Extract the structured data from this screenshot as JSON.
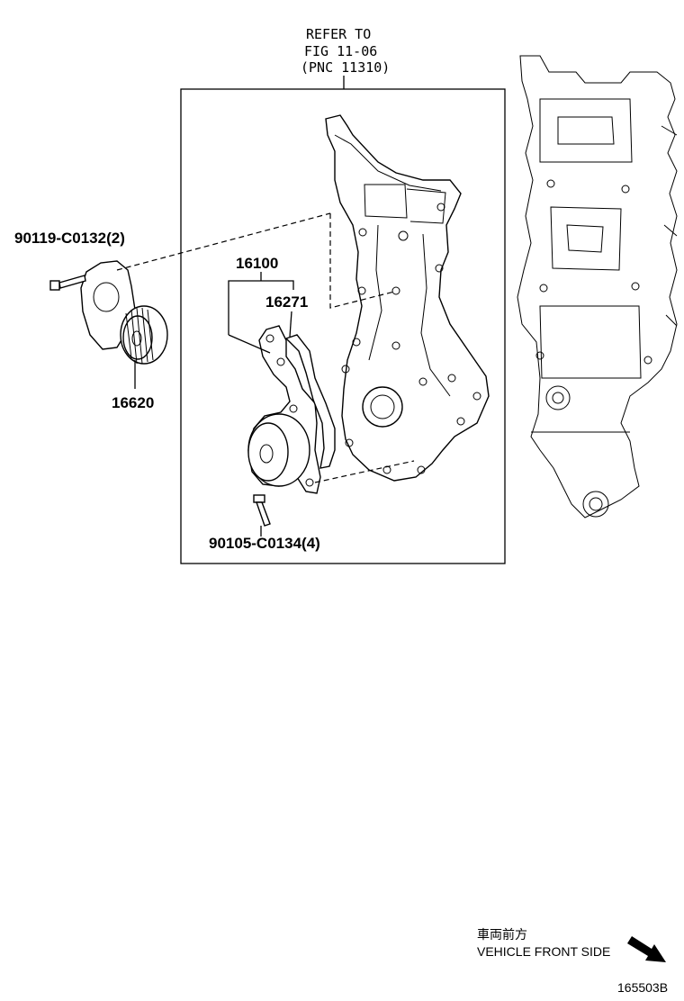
{
  "reference": {
    "line1": "REFER TO",
    "line2": "FIG 11-06",
    "line3": "(PNC 11310)"
  },
  "parts": {
    "bolt_tensioner": "90119-C0132(2)",
    "tensioner": "16620",
    "water_pump": "16100",
    "gasket": "16271",
    "bolt_pump": "90105-C0134(4)"
  },
  "footer": {
    "jp_direction": "車両前方",
    "direction": "VEHICLE FRONT SIDE",
    "figure_code": "165503B"
  }
}
